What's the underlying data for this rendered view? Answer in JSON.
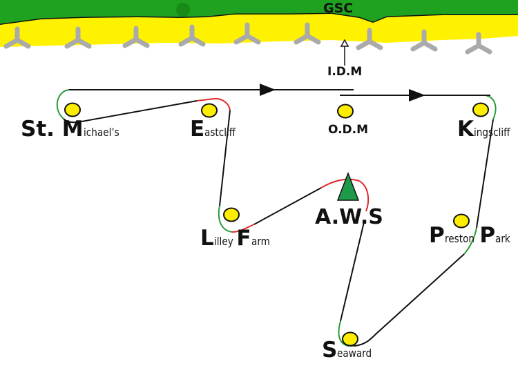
{
  "colors": {
    "grass": "#1fa21f",
    "grass_dark": "#178a17",
    "sand": "#fff200",
    "sand_edge": "#ffffff",
    "tower": "#aaaaaa",
    "track": "#111111",
    "green_seg": "#2a9a3a",
    "red_seg": "#e02828",
    "node_fill": "#ffee00",
    "node_stroke": "#111111",
    "aws_fill": "#1f9a4a"
  },
  "labels": {
    "gsc": "GSC",
    "idm": "I.D.M",
    "odm": "O.D.M",
    "aws": "A.W.S"
  },
  "stations": {
    "st_michaels": {
      "prefix": "St. ",
      "big": "M",
      "rest": "ichael’s"
    },
    "eastcliff": {
      "big": "E",
      "rest": "astcliff"
    },
    "kingscliff": {
      "big": "K",
      "rest": "ingscliff"
    },
    "lilley_farm": {
      "big1": "L",
      "rest1": "illey ",
      "big2": "F",
      "rest2": "arm"
    },
    "preston_park": {
      "big1": "P",
      "rest1": "reston ",
      "big2": "P",
      "rest2": "ark"
    },
    "seaward": {
      "big": "S",
      "rest": "eaward"
    }
  },
  "icons": {
    "tower": "pylon-icon",
    "arrow": "direction-arrow-icon",
    "node": "station-marker-icon",
    "triangle": "aws-marker-icon"
  }
}
